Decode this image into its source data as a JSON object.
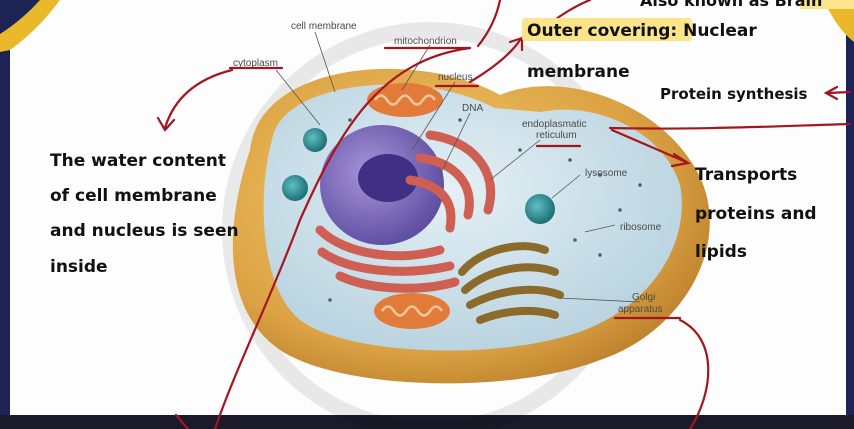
{
  "diagram": {
    "labels": {
      "cell_membrane": "cell membrane",
      "mitochondrion": "mitochondrion",
      "cytoplasm": "cytoplasm",
      "nucleus": "nucleus",
      "dna": "DNA",
      "er_line1": "endoplasmatic",
      "er_line2": "reticulum",
      "lysosome": "lysosome",
      "ribosome": "ribosome",
      "golgi_line1": "Golgi",
      "golgi_line2": "apparatus"
    }
  },
  "annotations": {
    "top_partial": "Also known as ",
    "top_partial_highlight": "Brain",
    "outer_covering_label": "Outer covering:",
    "outer_covering_text": "Nuclear",
    "outer_covering_line2": "membrane",
    "protein_synthesis": "Protein synthesis",
    "cytoplasm_note": [
      "The water content",
      "of cell membrane",
      "and nucleus is seen",
      "inside"
    ],
    "er_note": [
      "Transports",
      "proteins and",
      "lipids"
    ]
  },
  "colors": {
    "annotation_red": "#a4161f",
    "highlight_yellow": "#fbe58a",
    "frame_navy": "#1d2455",
    "frame_gold": "#e9b92b",
    "cell_gold": "#d9a23f",
    "cytoplasm_blue": "#c8dde8",
    "nucleus_purple": "#7b66b8",
    "er_red": "#cf5f52",
    "mito_orange": "#e27a3a",
    "golgi_brown": "#8c6a2c",
    "lysosome_teal": "#2c8b91"
  }
}
